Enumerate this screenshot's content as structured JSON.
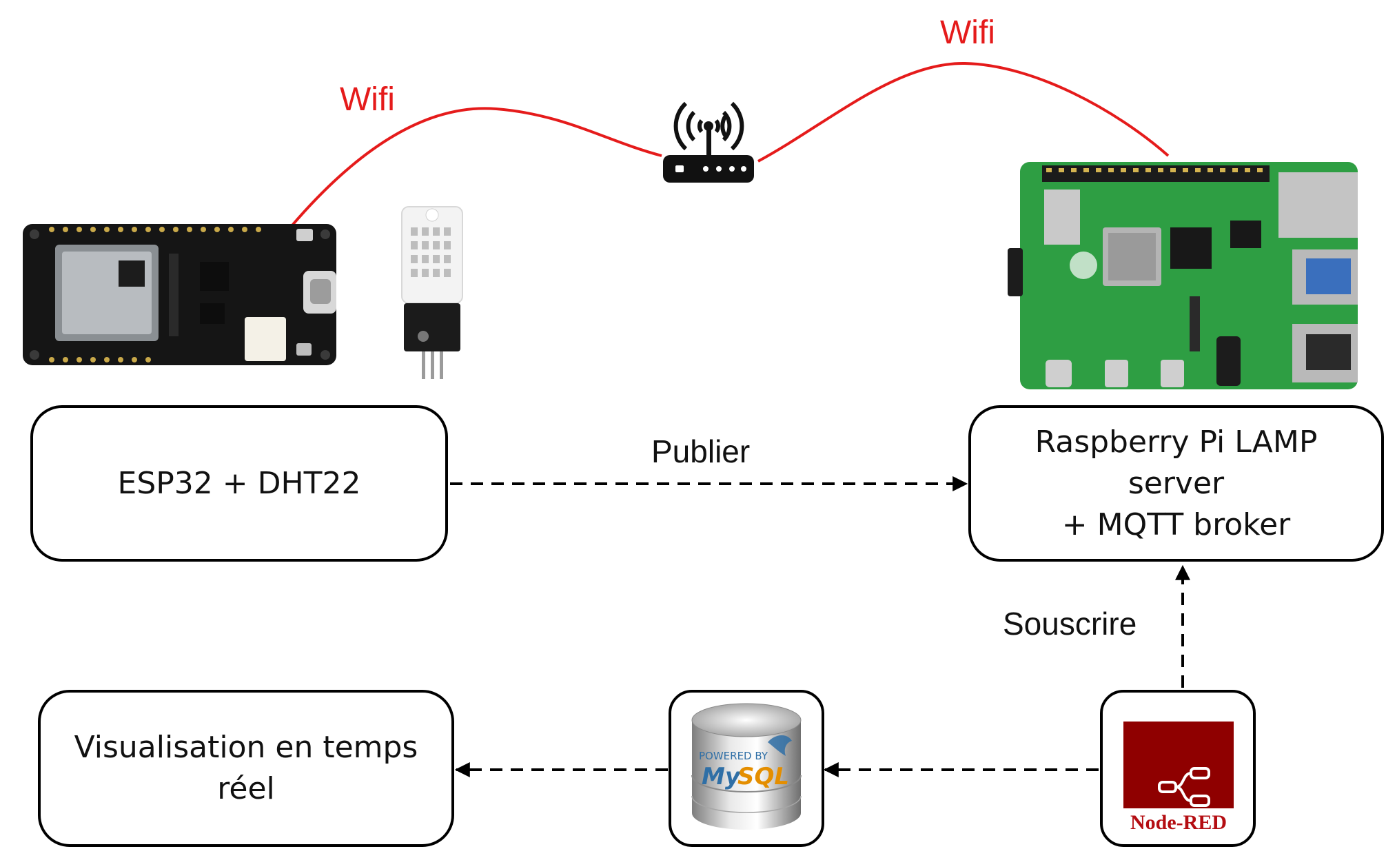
{
  "wifi_left": "Wifi",
  "wifi_right": "Wifi",
  "nodes": {
    "esp32": "ESP32 + DHT22",
    "raspberry": [
      "Raspberry Pi LAMP",
      "server",
      "+ MQTT broker"
    ],
    "visualisation": [
      "Visualisation en temps",
      "réel"
    ]
  },
  "edges": {
    "publish": "Publier",
    "subscribe": "Souscrire"
  },
  "logos": {
    "mysql_powered": "POWERED BY",
    "mysql_my": "My",
    "mysql_sql": "SQL",
    "nodered": "Node-RED"
  },
  "colors": {
    "wifi_link": "#e51b1b",
    "nodered_red": "#8f0000",
    "pcb_green": "#2e9e43",
    "esp_black": "#151515"
  }
}
